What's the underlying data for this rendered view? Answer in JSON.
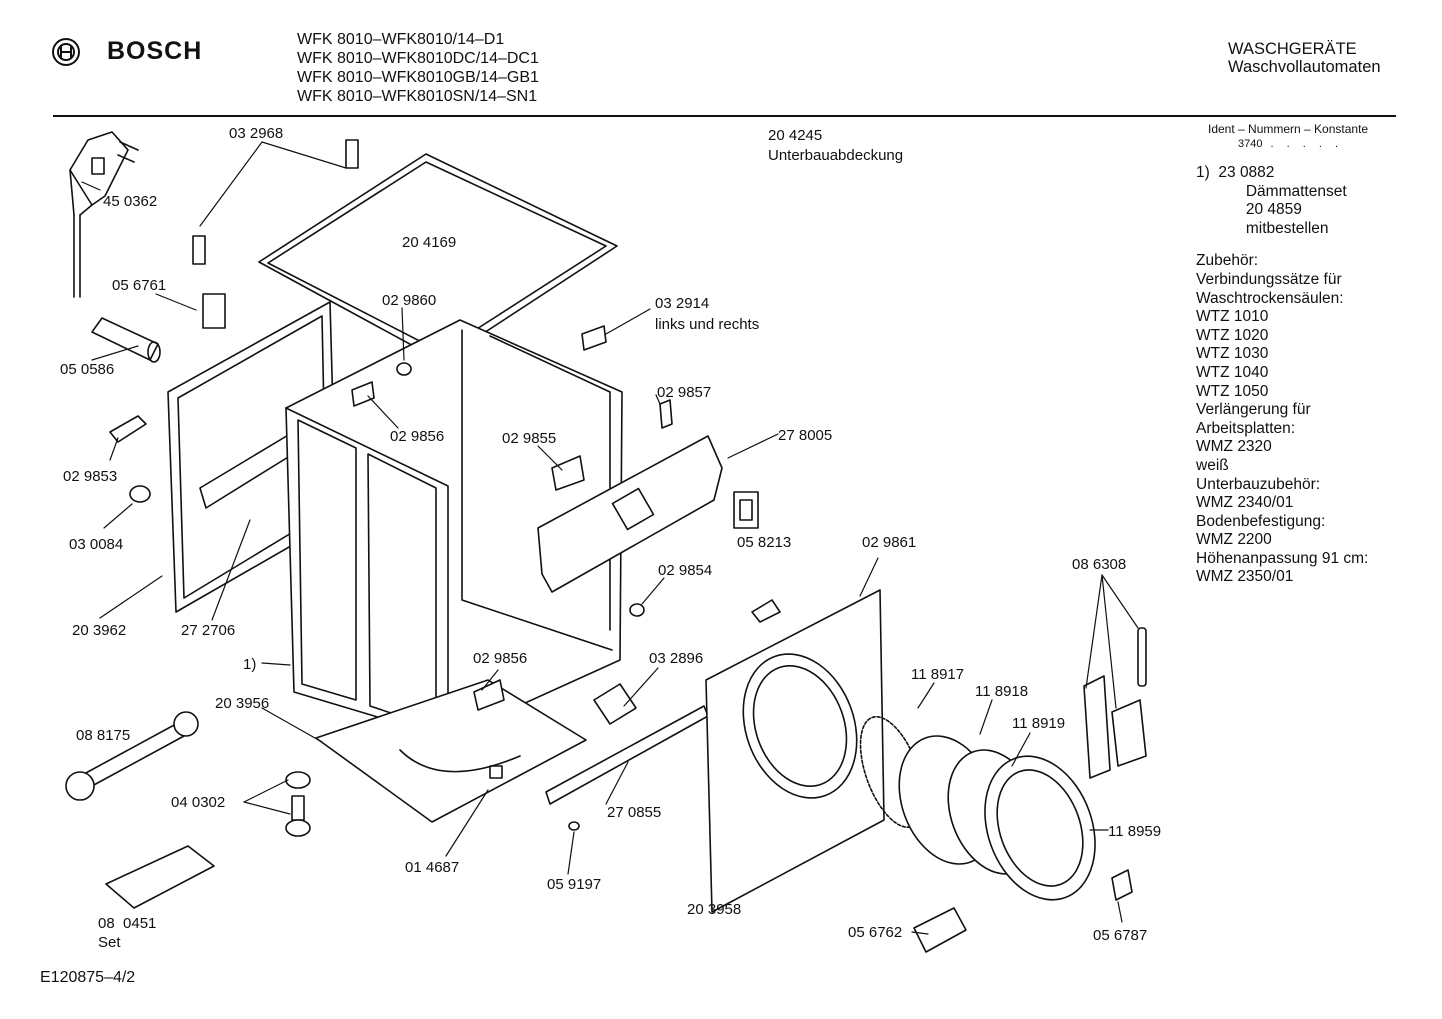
{
  "header": {
    "brand": "BOSCH",
    "models": [
      "WFK 8010–WFK8010/14–D1",
      "WFK 8010–WFK8010DC/14–DC1",
      "WFK 8010–WFK8010GB/14–GB1",
      "WFK 8010–WFK8010SN/14–SN1"
    ],
    "category": "WASCHGERÄTE",
    "subcategory": "Waschvollautomaten"
  },
  "ident": {
    "heading": "Ident – Nummern – Konstante",
    "value": "3740"
  },
  "notes": [
    "1)  23 0882",
    "      Dämmattenset",
    "      20 4859",
    "      mitbestellen",
    "",
    "Zubehör:",
    "Verbindungssätze für",
    "Waschtrockensäulen:",
    "WTZ 1010",
    "WTZ 1020",
    "WTZ 1030",
    "WTZ 1040",
    "WTZ 1050",
    "Verlängerung für",
    "Arbeitsplatten:",
    "WMZ 2320",
    "weiß",
    "Unterbauzubehör:",
    "WMZ 2340/01",
    "Bodenbefestigung:",
    "WMZ 2200",
    "Höhenanpassung 91 cm:",
    "WMZ 2350/01"
  ],
  "parts": {
    "p450362": "45 0362",
    "p032968": "03 2968",
    "p204245": "20 4245",
    "p204245_name": "Unterbauabdeckung",
    "p204169": "20 4169",
    "p056761": "05 6761",
    "p029860": "02 9860",
    "p032914": "03 2914",
    "p032914_note": "links und rechts",
    "p050586": "05 0586",
    "p029857": "02 9857",
    "p029856a": "02 9856",
    "p029855": "02 9855",
    "p278005": "27 8005",
    "p029853": "02 9853",
    "p030084": "03 0084",
    "p058213": "05 8213",
    "p029861": "02 9861",
    "p029854": "02 9854",
    "p086308": "08 6308",
    "p203962": "20 3962",
    "p272706": "27 2706",
    "p1": "1)",
    "p029856b": "02 9856",
    "p032896": "03 2896",
    "p118917": "11 8917",
    "p118918": "11 8918",
    "p118919": "11 8919",
    "p203956": "20 3956",
    "p088175": "08 8175",
    "p040302": "04 0302",
    "p270855": "27 0855",
    "p118959": "11 8959",
    "p014687": "01 4687",
    "p059197": "05 9197",
    "p203958": "20 3958",
    "p080451": "08  0451",
    "p080451_set": "Set",
    "p056762": "05 6762",
    "p056787": "05 6787"
  },
  "doc_code": "E120875–4/2"
}
